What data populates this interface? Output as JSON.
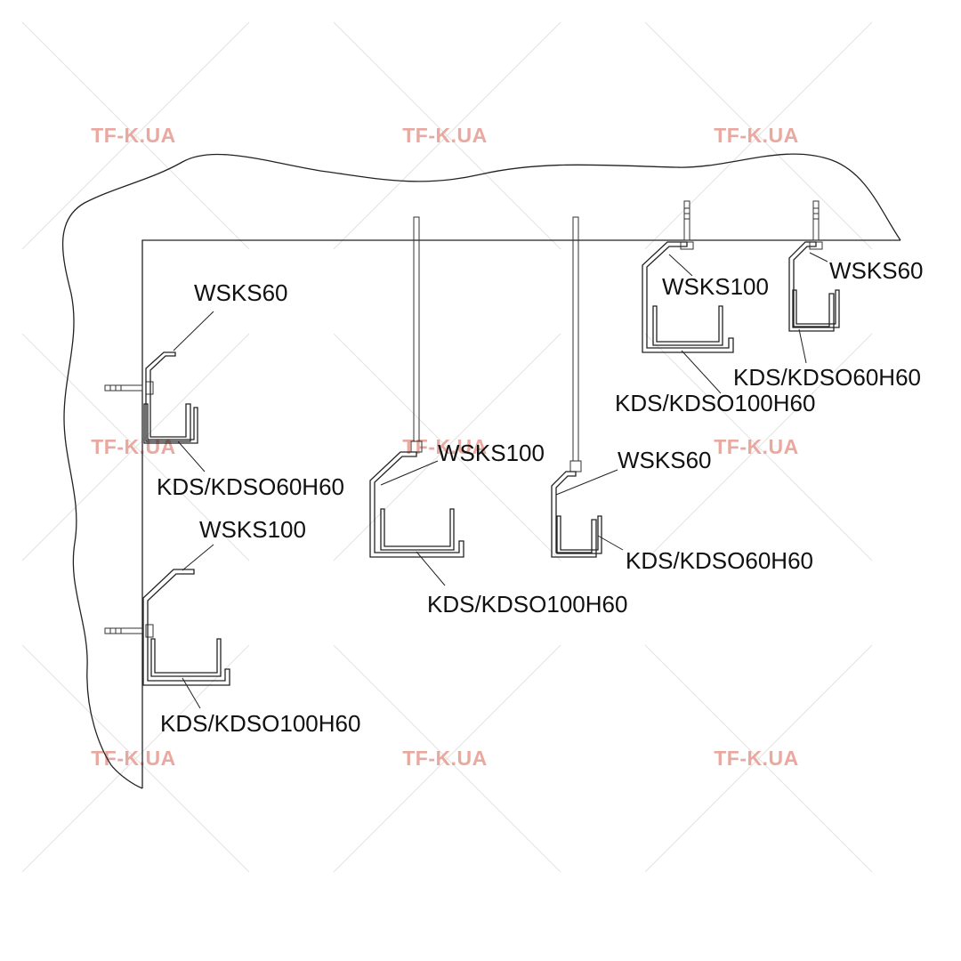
{
  "watermark": {
    "text": "TF-K.UA",
    "color": "#e9a9a0"
  },
  "labels": {
    "wall_upper_support": "WSKS60",
    "wall_upper_tray": "KDS/KDSO60H60",
    "wall_lower_support": "WSKS100",
    "wall_lower_tray": "KDS/KDSO100H60",
    "rod_left_support": "WSKS100",
    "rod_left_tray": "KDS/KDSO100H60",
    "rod_right_support": "WSKS60",
    "rod_right_tray": "KDS/KDSO60H60",
    "ceiling_left_support": "WSKS100",
    "ceiling_left_tray": "KDS/KDSO100H60",
    "ceiling_right_support": "WSKS60",
    "ceiling_right_tray": "KDS/KDSO60H60"
  }
}
